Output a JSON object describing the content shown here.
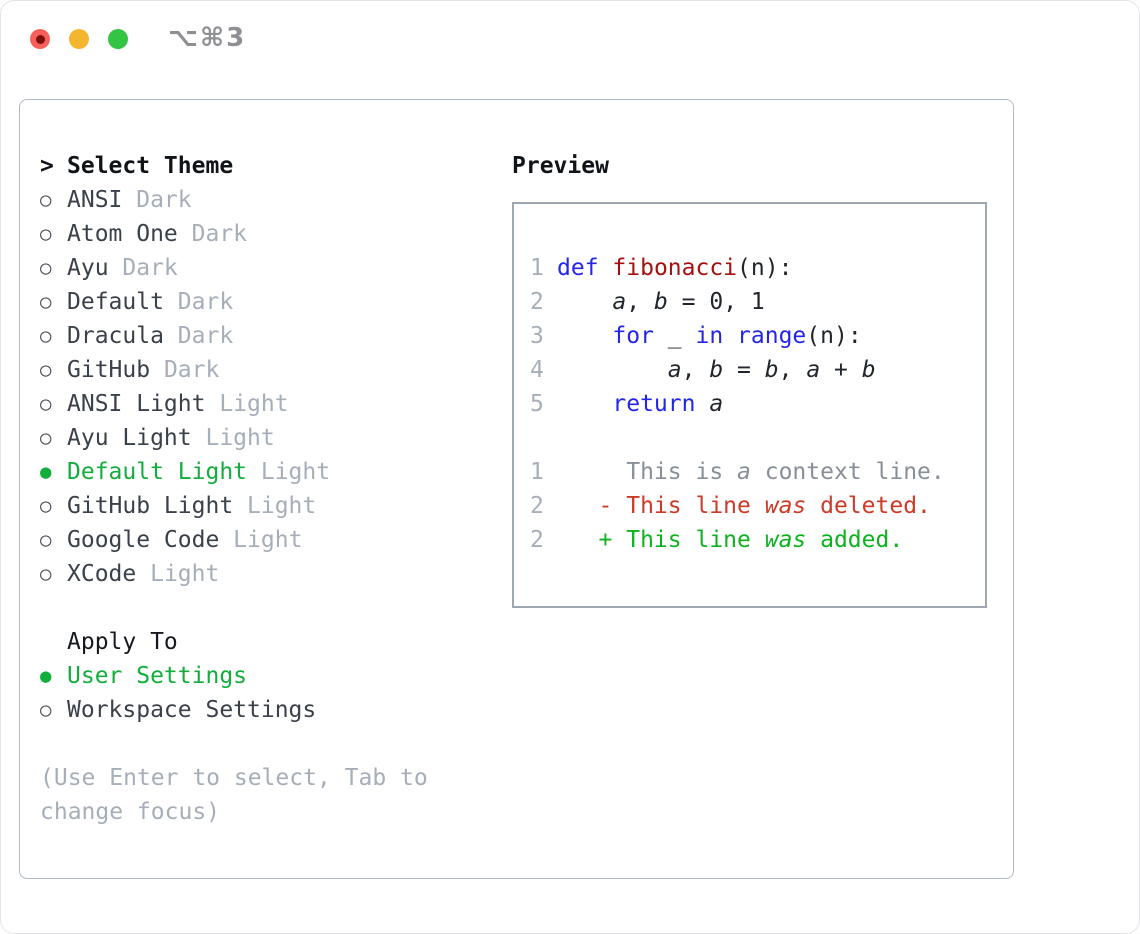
{
  "titlebar": {
    "shortcut": "⌥⌘3",
    "traffic_colors": {
      "close": "#f7605a",
      "close_dot": "#7a1007",
      "minimize": "#f5b62f",
      "zoom": "#33c443"
    }
  },
  "glyphs": {
    "cursor": ">",
    "radio_unselected": "○",
    "radio_selected": "●"
  },
  "theme_picker": {
    "header": "Select Theme",
    "items": [
      {
        "name": "ANSI",
        "variant": "Dark",
        "selected": false
      },
      {
        "name": "Atom One",
        "variant": "Dark",
        "selected": false
      },
      {
        "name": "Ayu",
        "variant": "Dark",
        "selected": false
      },
      {
        "name": "Default",
        "variant": "Dark",
        "selected": false
      },
      {
        "name": "Dracula",
        "variant": "Dark",
        "selected": false
      },
      {
        "name": "GitHub",
        "variant": "Dark",
        "selected": false
      },
      {
        "name": "ANSI Light",
        "variant": "Light",
        "selected": false
      },
      {
        "name": "Ayu Light",
        "variant": "Light",
        "selected": false
      },
      {
        "name": "Default Light",
        "variant": "Light",
        "selected": true
      },
      {
        "name": "GitHub Light",
        "variant": "Light",
        "selected": false
      },
      {
        "name": "Google Code",
        "variant": "Light",
        "selected": false
      },
      {
        "name": "XCode",
        "variant": "Light",
        "selected": false
      }
    ]
  },
  "apply_to": {
    "header": "Apply To",
    "items": [
      {
        "name": "User Settings",
        "selected": true
      },
      {
        "name": "Workspace Settings",
        "selected": false
      }
    ]
  },
  "help_text": "(Use Enter to select, Tab to change focus)",
  "preview": {
    "header": "Preview",
    "code_lines": [
      {
        "num": "1",
        "tokens": [
          {
            "t": "def",
            "c": "kw"
          },
          {
            "t": " ",
            "c": "plain"
          },
          {
            "t": "fibonacci",
            "c": "fn"
          },
          {
            "t": "(n):",
            "c": "plain"
          }
        ]
      },
      {
        "num": "2",
        "tokens": [
          {
            "t": "    ",
            "c": "plain"
          },
          {
            "t": "a",
            "c": "var"
          },
          {
            "t": ", ",
            "c": "plain"
          },
          {
            "t": "b",
            "c": "var"
          },
          {
            "t": " = 0, 1",
            "c": "plain"
          }
        ]
      },
      {
        "num": "3",
        "tokens": [
          {
            "t": "    ",
            "c": "plain"
          },
          {
            "t": "for",
            "c": "kw"
          },
          {
            "t": " _ ",
            "c": "plain"
          },
          {
            "t": "in",
            "c": "kw"
          },
          {
            "t": " ",
            "c": "plain"
          },
          {
            "t": "range",
            "c": "kw"
          },
          {
            "t": "(n):",
            "c": "plain"
          }
        ]
      },
      {
        "num": "4",
        "tokens": [
          {
            "t": "        ",
            "c": "plain"
          },
          {
            "t": "a",
            "c": "var"
          },
          {
            "t": ", ",
            "c": "plain"
          },
          {
            "t": "b",
            "c": "var"
          },
          {
            "t": " = ",
            "c": "plain"
          },
          {
            "t": "b",
            "c": "var"
          },
          {
            "t": ", ",
            "c": "plain"
          },
          {
            "t": "a",
            "c": "var"
          },
          {
            "t": " + ",
            "c": "plain"
          },
          {
            "t": "b",
            "c": "var"
          }
        ]
      },
      {
        "num": "5",
        "tokens": [
          {
            "t": "    ",
            "c": "plain"
          },
          {
            "t": "return",
            "c": "kw"
          },
          {
            "t": " ",
            "c": "plain"
          },
          {
            "t": "a",
            "c": "var"
          }
        ]
      },
      {
        "num": "",
        "tokens": []
      },
      {
        "num": "1",
        "tokens": [
          {
            "t": "     This is ",
            "c": "dim"
          },
          {
            "t": "a",
            "c": "dim-it"
          },
          {
            "t": " context line.",
            "c": "dim"
          }
        ]
      },
      {
        "num": "2",
        "tokens": [
          {
            "t": "   - This line ",
            "c": "del"
          },
          {
            "t": "was",
            "c": "del-it"
          },
          {
            "t": " deleted.",
            "c": "del"
          }
        ]
      },
      {
        "num": "2",
        "tokens": [
          {
            "t": "   + This line ",
            "c": "add"
          },
          {
            "t": "was",
            "c": "add-it"
          },
          {
            "t": " added.",
            "c": "add"
          }
        ]
      }
    ]
  },
  "colors": {
    "selected_green": "#12ae3c",
    "keyword_blue": "#2326e8",
    "function_red": "#a31111",
    "diff_deleted_red": "#cd3a26",
    "diff_added_green": "#0db31e",
    "muted_gray": "#a6aeb9",
    "panel_border": "#b2bac3",
    "preview_border": "#9ea6b0"
  }
}
